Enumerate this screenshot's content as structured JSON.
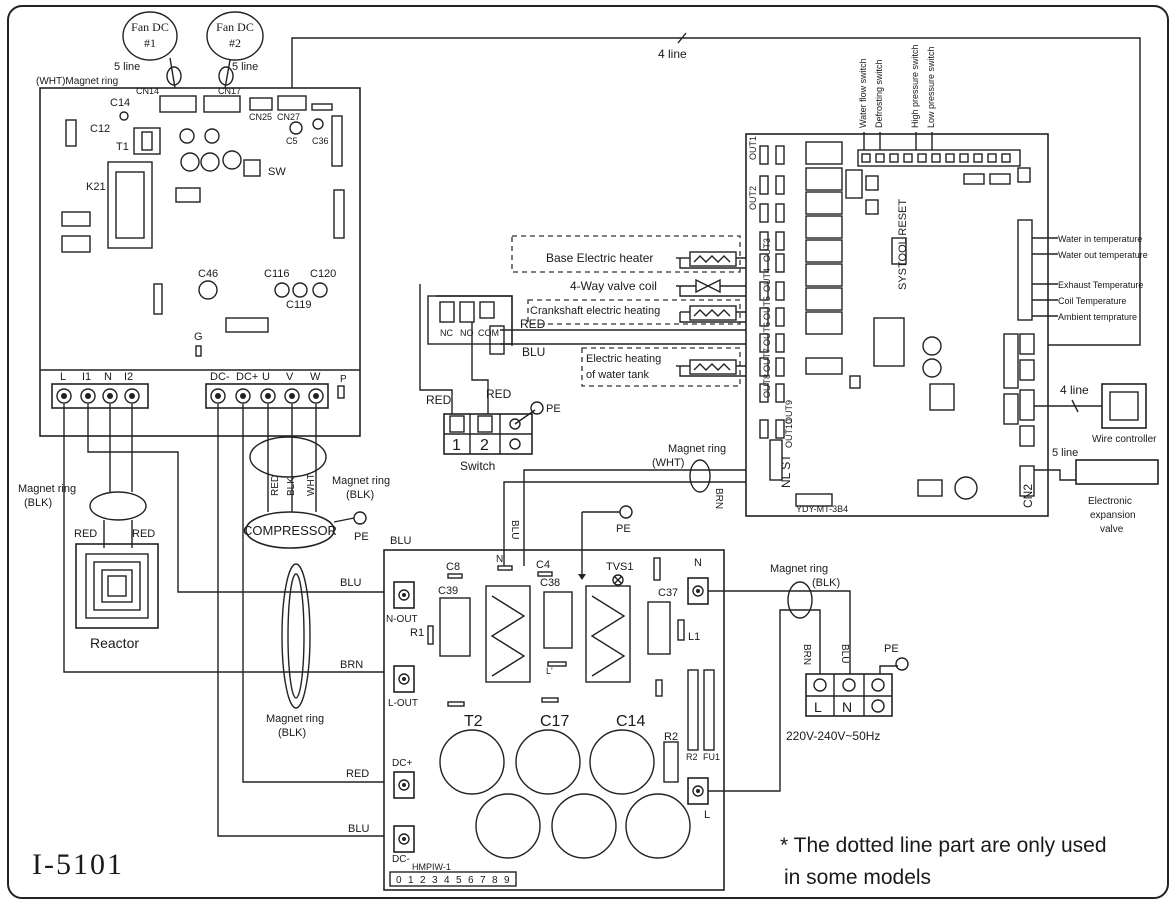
{
  "figure_id": "I-5101",
  "note": {
    "line1": "* The dotted line part are only used",
    "line2": "in some models"
  },
  "fans": {
    "fan1": {
      "line1": "Fan DC",
      "line2": "#1",
      "lines": "5 line"
    },
    "fan2": {
      "line1": "Fan DC",
      "line2": "#2",
      "lines": "5 line"
    }
  },
  "top": {
    "magnet_wht": "(WHT)Magnet ring",
    "four_line": "4 line"
  },
  "control_board": {
    "labels": {
      "cn14": "CN14",
      "cn17": "CN17",
      "cn25": "CN25",
      "cn27": "CN27",
      "c14": "C14",
      "c12": "C12",
      "t1": "T1",
      "k21": "K21",
      "sw": "SW",
      "c5": "C5",
      "c36": "C36",
      "c46": "C46",
      "c116": "C116",
      "c120": "C120",
      "c119": "C119",
      "g": "G",
      "p": "P"
    },
    "terminals_left": [
      "L",
      "I1",
      "N",
      "I2"
    ],
    "terminals_right": [
      "DC-",
      "DC+",
      "U",
      "V",
      "W"
    ]
  },
  "main_board": {
    "switch_labels": [
      "Water flow switch",
      "Defrosting switch",
      "High pressure switch",
      "Low pressure switch"
    ],
    "sensor_labels": [
      "Water in temperature",
      "Water out temperature",
      "Exhaust Temperature",
      "Coil Temperature",
      "Ambient temprature"
    ],
    "out_labels": [
      "OUT1",
      "OUT2",
      "OUT3",
      "OUT4",
      "OUT5",
      "OUT6",
      "OUT7",
      "OUT8",
      "OUT9",
      "OUT10"
    ],
    "reset_text": "SYSTOOL RESET",
    "cn2": "CN2",
    "nl_st": "NL ST",
    "board_id": "YDY-MT-3B4"
  },
  "loads": {
    "base_heater": "Base Electric heater",
    "four_way": "4-Way valve coil",
    "crankshaft": "Crankshaft electric heating",
    "water_tank_1": "Electric heating",
    "water_tank_2": "of water tank"
  },
  "wire_controller": {
    "label": "Wire controller",
    "lines": "4 line"
  },
  "eev": {
    "line1": "Electronic",
    "line2": "expansion",
    "line3": "valve",
    "lines": "5 line"
  },
  "switch_box": {
    "label": "Switch",
    "red1": "RED",
    "red2": "RED",
    "red3": "RED",
    "blu": "BLU",
    "nc": "NC",
    "no": "NO",
    "com": "COM",
    "pe": "PE",
    "t1": "1",
    "t2": "2"
  },
  "wires": {
    "magnet_wht_mid": "Magnet ring",
    "magnet_wht_mid2": "(WHT)",
    "brn": "BRN",
    "blu": "BLU",
    "red": "RED",
    "blk": "BLK",
    "wht": "WHT"
  },
  "reactor": {
    "label": "Reactor",
    "magnet": "Magnet ring",
    "magnet_blk": "(BLK)",
    "red_l": "RED",
    "red_r": "RED"
  },
  "compressor": {
    "label": "COMPRESSOR",
    "magnet": "Magnet ring",
    "magnet_blk": "(BLK)",
    "pe": "PE",
    "wire_red": "RED",
    "wire_blk": "BLK",
    "wire_wht": "WHT"
  },
  "magnet_mid": {
    "line1": "Magnet ring",
    "line2": "(BLK)"
  },
  "power_board": {
    "top_blu": "BLU",
    "n_out": "N-OUT",
    "l_out": "L-OUT",
    "dc_plus": "DC+",
    "dc_minus": "DC-",
    "n": "N",
    "l": "L",
    "n_prime": "N'",
    "pe": "PE",
    "labels": {
      "c8": "C8",
      "c39": "C39",
      "c4": "C4",
      "c38": "C38",
      "tvs1": "TVS1",
      "c37": "C37",
      "r1": "R1",
      "l1": "L1",
      "l_prime": "L'",
      "t2": "T2",
      "c17": "C17",
      "c14": "C14",
      "r2": "R2",
      "fu1": "FU1",
      "r2b": "R2"
    },
    "model": "HMPIW-1",
    "digits": [
      "0",
      "1",
      "2",
      "3",
      "4",
      "5",
      "6",
      "7",
      "8",
      "9"
    ],
    "wire_blu1": "BLU",
    "wire_brn": "BRN",
    "wire_red": "RED",
    "wire_blu2": "BLU"
  },
  "power_in": {
    "magnet": "Magnet ring",
    "magnet_blk": "(BLK)",
    "brn": "BRN",
    "blu": "BLU",
    "pe": "PE",
    "l": "L",
    "n": "N",
    "voltage": "220V-240V~50Hz"
  }
}
